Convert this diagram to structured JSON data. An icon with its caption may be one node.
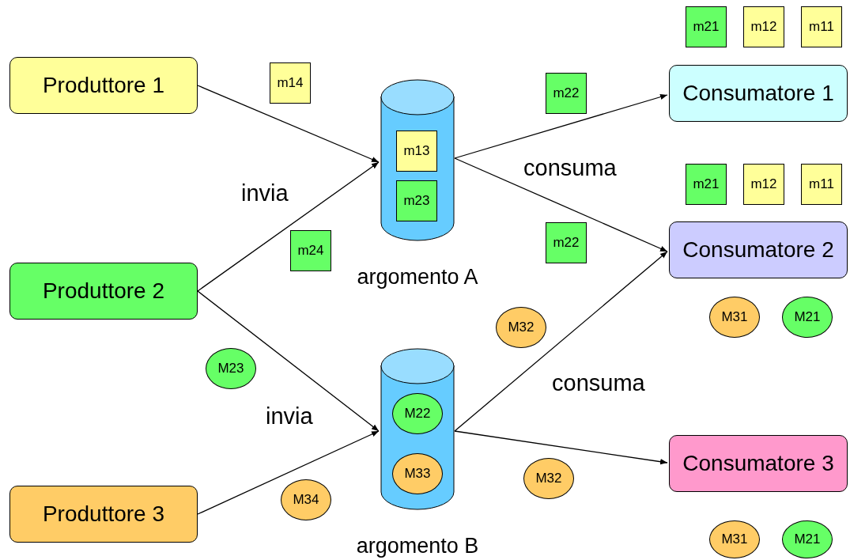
{
  "diagram": {
    "nodes": [
      {
        "text": [
          "Produttore 1"
        ]
      },
      {
        "text": [
          "m14"
        ]
      },
      {
        "text": [
          "argomento A"
        ]
      },
      {
        "text": [
          "m13"
        ],
        "in": 2
      },
      {
        "text": [
          "m23"
        ],
        "in": 2
      },
      {
        "text": [
          "m22"
        ]
      },
      {
        "text": [
          "m21"
        ]
      },
      {
        "text": [
          "m12"
        ]
      },
      {
        "text": [
          "m11"
        ]
      },
      {
        "text": [
          "Consumatore 1"
        ]
      },
      {
        "text": [
          "m21"
        ]
      },
      {
        "text": [
          "m12"
        ]
      },
      {
        "text": [
          "m11"
        ]
      },
      {
        "text": [
          "m22"
        ]
      },
      {
        "text": [
          "m24"
        ]
      },
      {
        "text": [
          "Produttore 2"
        ]
      },
      {
        "text": [
          "Consumatore 2"
        ]
      },
      {
        "text": [
          "M32"
        ]
      },
      {
        "text": [
          "M31"
        ]
      },
      {
        "text": [
          "M21"
        ]
      },
      {
        "text": [
          "M23"
        ]
      },
      {
        "text": [
          "argomento B"
        ]
      },
      {
        "text": [
          "M22"
        ],
        "in": 21
      },
      {
        "text": [
          "M33"
        ],
        "in": 21
      },
      {
        "text": [
          "Consumatore 3"
        ]
      },
      {
        "text": [
          "M32"
        ]
      },
      {
        "text": [
          "M34"
        ]
      },
      {
        "text": [
          "Produttore 3"
        ]
      },
      {
        "text": [
          "M31"
        ]
      },
      {
        "text": [
          "M21"
        ]
      }
    ],
    "edges": [
      {
        "from": 0,
        "to": 2,
        "arrow": "to"
      },
      {
        "from": 15,
        "to": 2,
        "arrow": "to"
      },
      {
        "from": 15,
        "to": 21,
        "arrow": "to"
      },
      {
        "from": 27,
        "to": 21,
        "arrow": "to"
      },
      {
        "from": 2,
        "to": 9,
        "arrow": "to"
      },
      {
        "from": 2,
        "to": 16,
        "arrow": "to"
      },
      {
        "from": 21,
        "to": 16,
        "arrow": "to"
      },
      {
        "from": 21,
        "to": 24,
        "arrow": "to"
      }
    ],
    "labels": [
      "consuma",
      "invia",
      "consuma",
      "invia"
    ]
  }
}
